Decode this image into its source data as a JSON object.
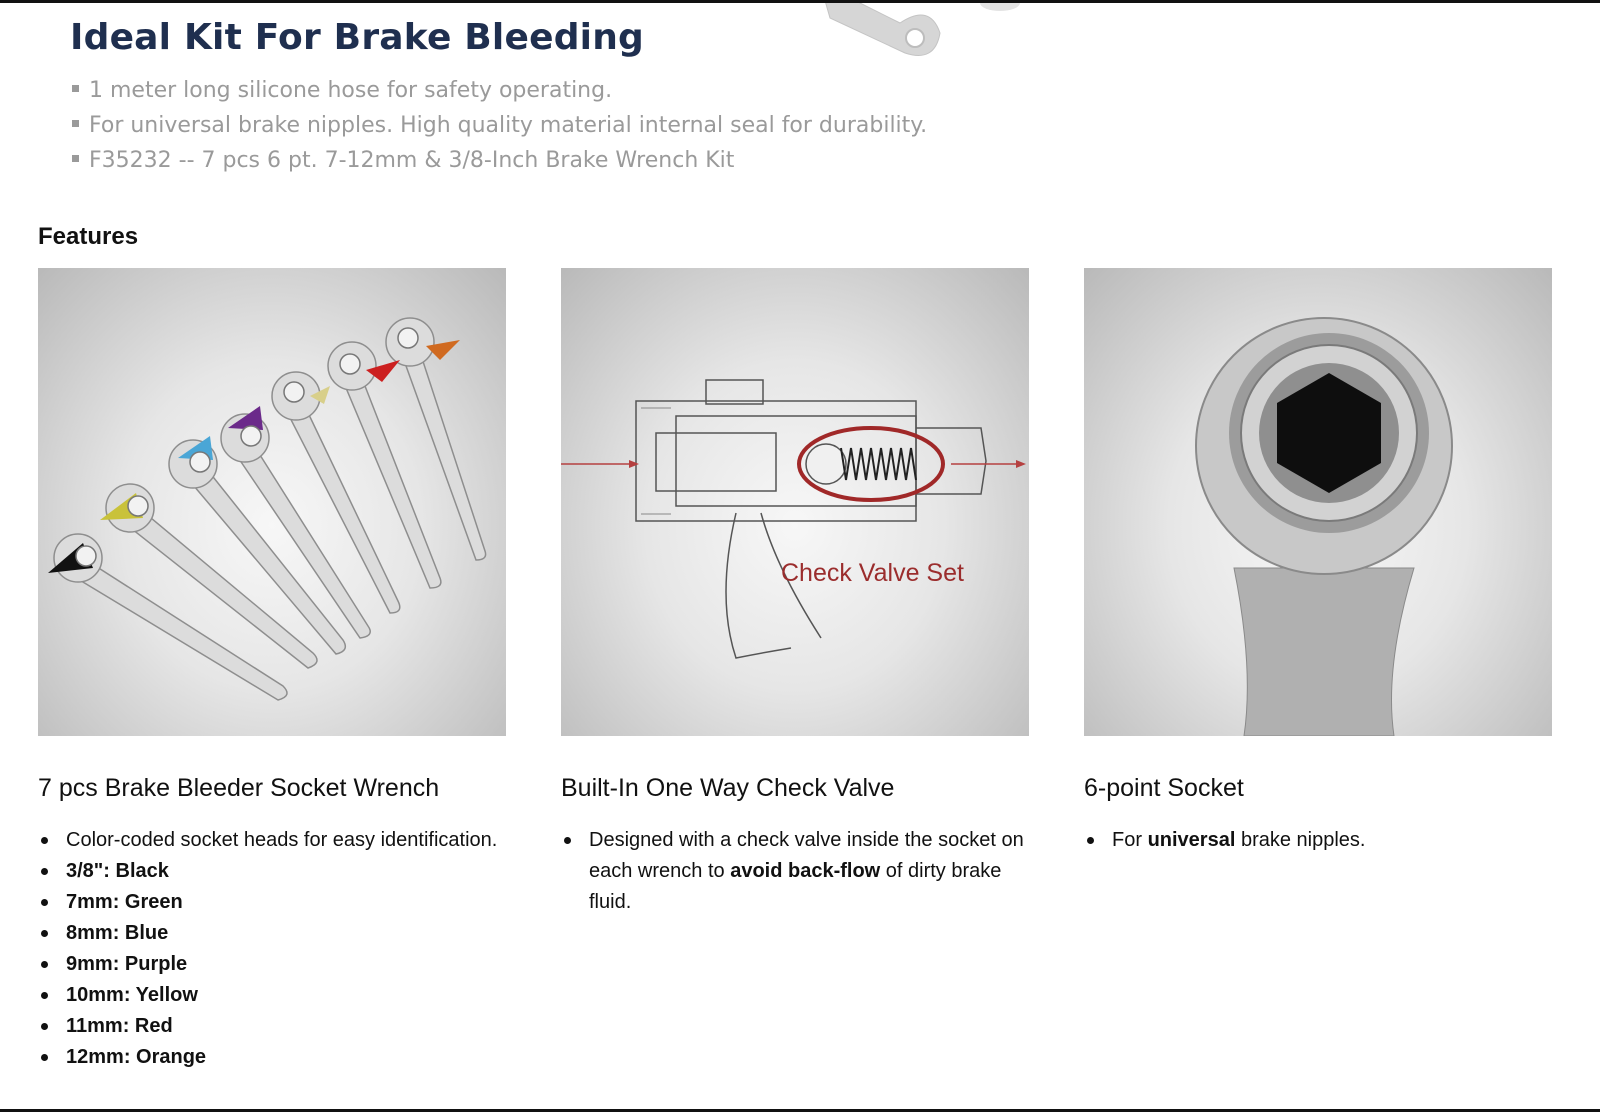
{
  "banner": {
    "title": "Ideal Kit For Brake Bleeding",
    "bullets": [
      "1 meter long silicone hose for safety operating.",
      "For universal brake nipples.  High quality material internal seal for durability.",
      "F35232 -- 7 pcs 6 pt. 7-12mm & 3/8-Inch Brake Wrench Kit"
    ]
  },
  "features_heading": "Features",
  "cards": [
    {
      "title": "7 pcs Brake Bleeder Socket Wrench",
      "bullets": [
        {
          "text": "Color-coded socket heads for easy identification."
        },
        {
          "text": "3/8\": Black"
        },
        {
          "text": "7mm: Green"
        },
        {
          "text": "8mm: Blue"
        },
        {
          "text": "9mm: Purple"
        },
        {
          "text": "10mm: Yellow"
        },
        {
          "text": "11mm: Red"
        },
        {
          "text": "12mm: Orange"
        }
      ]
    },
    {
      "title": "Built-In One Way Check Valve",
      "image_label": "Check Valve Set",
      "bullets": [
        {
          "pre": "Designed with a check valve inside the socket on each wrench to ",
          "bold": "avoid back-flow",
          "post": " of dirty brake fluid."
        }
      ]
    },
    {
      "title": "6-point Socket",
      "bullets": [
        {
          "pre": "For ",
          "bold": "universal",
          "post": " brake nipples."
        }
      ]
    }
  ],
  "colors": {
    "banner_title": "#1f2f4f",
    "banner_text": "#9a9a9a",
    "valve_label": "#9b2d2d",
    "socket_black": "#111111",
    "socket_green": "#c9c23a",
    "socket_blue": "#4aa6d6",
    "socket_purple": "#6b2a8a",
    "socket_yellow": "#d8cf8a",
    "socket_red": "#cc2020",
    "socket_orange": "#d06a20"
  }
}
